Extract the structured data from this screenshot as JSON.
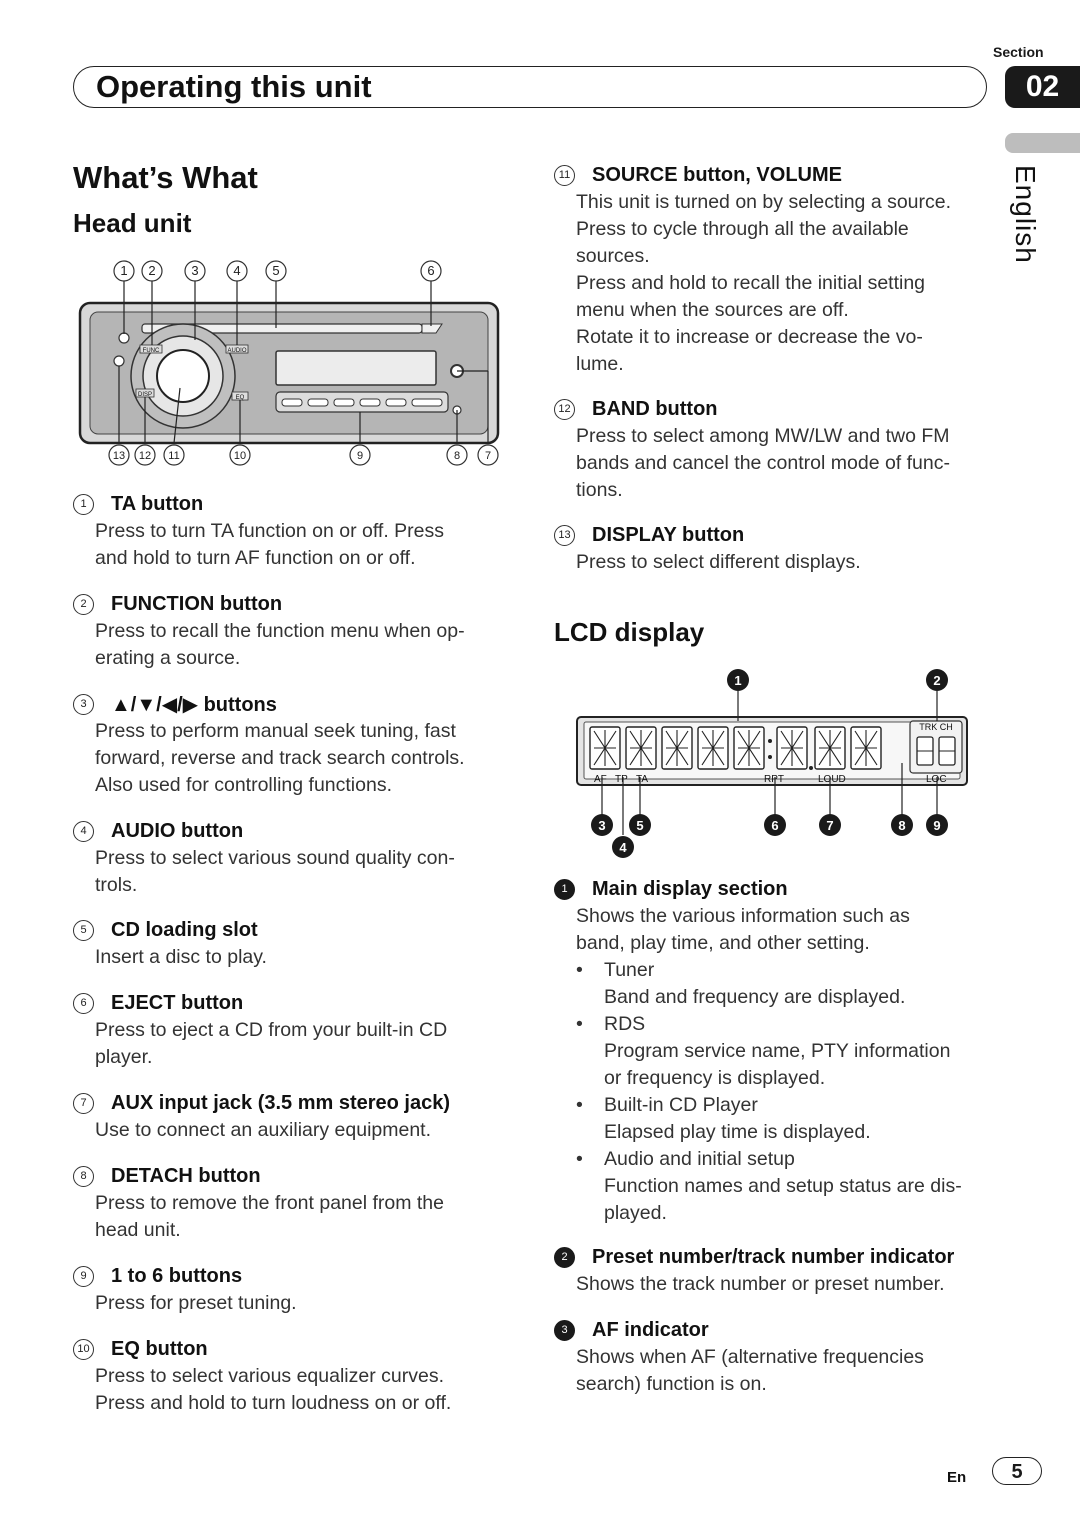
{
  "header": {
    "section_label": "Section",
    "section_number": "02",
    "title": "Operating this unit",
    "language_tab": "English"
  },
  "page": {
    "heading": "What’s What",
    "head_unit_heading": "Head unit",
    "lcd_heading": "LCD display"
  },
  "head_unit_figure": {
    "top_labels": [
      "1",
      "2",
      "3",
      "4",
      "5",
      "6"
    ],
    "bottom_labels": [
      "13",
      "12",
      "11",
      "10",
      "9",
      "8",
      "7"
    ],
    "panel_small_texts": [
      "FUNC",
      "AUDIO",
      "DISP",
      "EQ"
    ]
  },
  "head_unit_items": [
    {
      "num": "1",
      "title": "TA button",
      "lines": [
        "Press to turn TA function on or off. Press",
        "and hold to turn AF function on or off."
      ]
    },
    {
      "num": "2",
      "title": "FUNCTION button",
      "lines": [
        "Press to recall the function menu when op-",
        "erating a source."
      ]
    },
    {
      "num": "3",
      "title": "▲/▼/◀/▶ buttons",
      "lines": [
        "Press to perform manual seek tuning, fast",
        "forward, reverse and track search controls.",
        "Also used for controlling functions."
      ]
    },
    {
      "num": "4",
      "title": "AUDIO button",
      "lines": [
        "Press to select various sound quality con-",
        "trols."
      ]
    },
    {
      "num": "5",
      "title": "CD loading slot",
      "lines": [
        "Insert a disc to play."
      ]
    },
    {
      "num": "6",
      "title": "EJECT button",
      "lines": [
        "Press to eject a CD from your built-in CD",
        "player."
      ]
    },
    {
      "num": "7",
      "title": "AUX input jack (3.5 mm stereo jack)",
      "lines": [
        "Use to connect an auxiliary equipment."
      ]
    },
    {
      "num": "8",
      "title": "DETACH button",
      "lines": [
        "Press to remove the front panel from the",
        "head unit."
      ]
    },
    {
      "num": "9",
      "title": "1 to 6 buttons",
      "lines": [
        "Press for preset tuning."
      ]
    },
    {
      "num": "10",
      "title": "EQ button",
      "lines": [
        "Press to select various equalizer curves.",
        "Press and hold to turn loudness on or off."
      ]
    },
    {
      "num": "11",
      "title": "SOURCE button, VOLUME",
      "lines": [
        "This unit is turned on by selecting a source.",
        "Press to cycle through all the available",
        "sources.",
        "Press and hold to recall the initial setting",
        "menu when the sources are off.",
        "Rotate it to increase or decrease the vo-",
        "lume."
      ]
    },
    {
      "num": "12",
      "title": "BAND button",
      "lines": [
        "Press to select among MW/LW and two FM",
        "bands and cancel the control mode of func-",
        "tions."
      ]
    },
    {
      "num": "13",
      "title": "DISPLAY button",
      "lines": [
        "Press to select different displays."
      ]
    }
  ],
  "lcd_figure": {
    "top_labels": [
      "1",
      "2"
    ],
    "bottom_labels": [
      "3",
      "4",
      "5",
      "6",
      "7",
      "8",
      "9"
    ],
    "indicators": [
      "AF",
      "TP",
      "TA",
      "RPT",
      "LOUD",
      "LOC"
    ],
    "trk_ch": "TRK CH"
  },
  "lcd_items": [
    {
      "num": "1",
      "title": "Main display section",
      "lines": [
        "Shows the various information such as",
        "band, play time, and other setting."
      ],
      "bullets": [
        {
          "label": "Tuner",
          "desc": [
            "Band and frequency are displayed."
          ]
        },
        {
          "label": "RDS",
          "desc": [
            "Program service name, PTY information",
            "or frequency is displayed."
          ]
        },
        {
          "label": "Built-in CD Player",
          "desc": [
            "Elapsed play time is displayed."
          ]
        },
        {
          "label": "Audio and initial setup",
          "desc": [
            "Function names and setup status are dis-",
            "played."
          ]
        }
      ]
    },
    {
      "num": "2",
      "title": "Preset number/track number indicator",
      "lines": [
        "Shows the track number or preset number."
      ]
    },
    {
      "num": "3",
      "title": "AF indicator",
      "lines": [
        "Shows when AF (alternative frequencies",
        "search) function is on."
      ]
    }
  ],
  "footer": {
    "lang": "En",
    "page_number": "5"
  }
}
